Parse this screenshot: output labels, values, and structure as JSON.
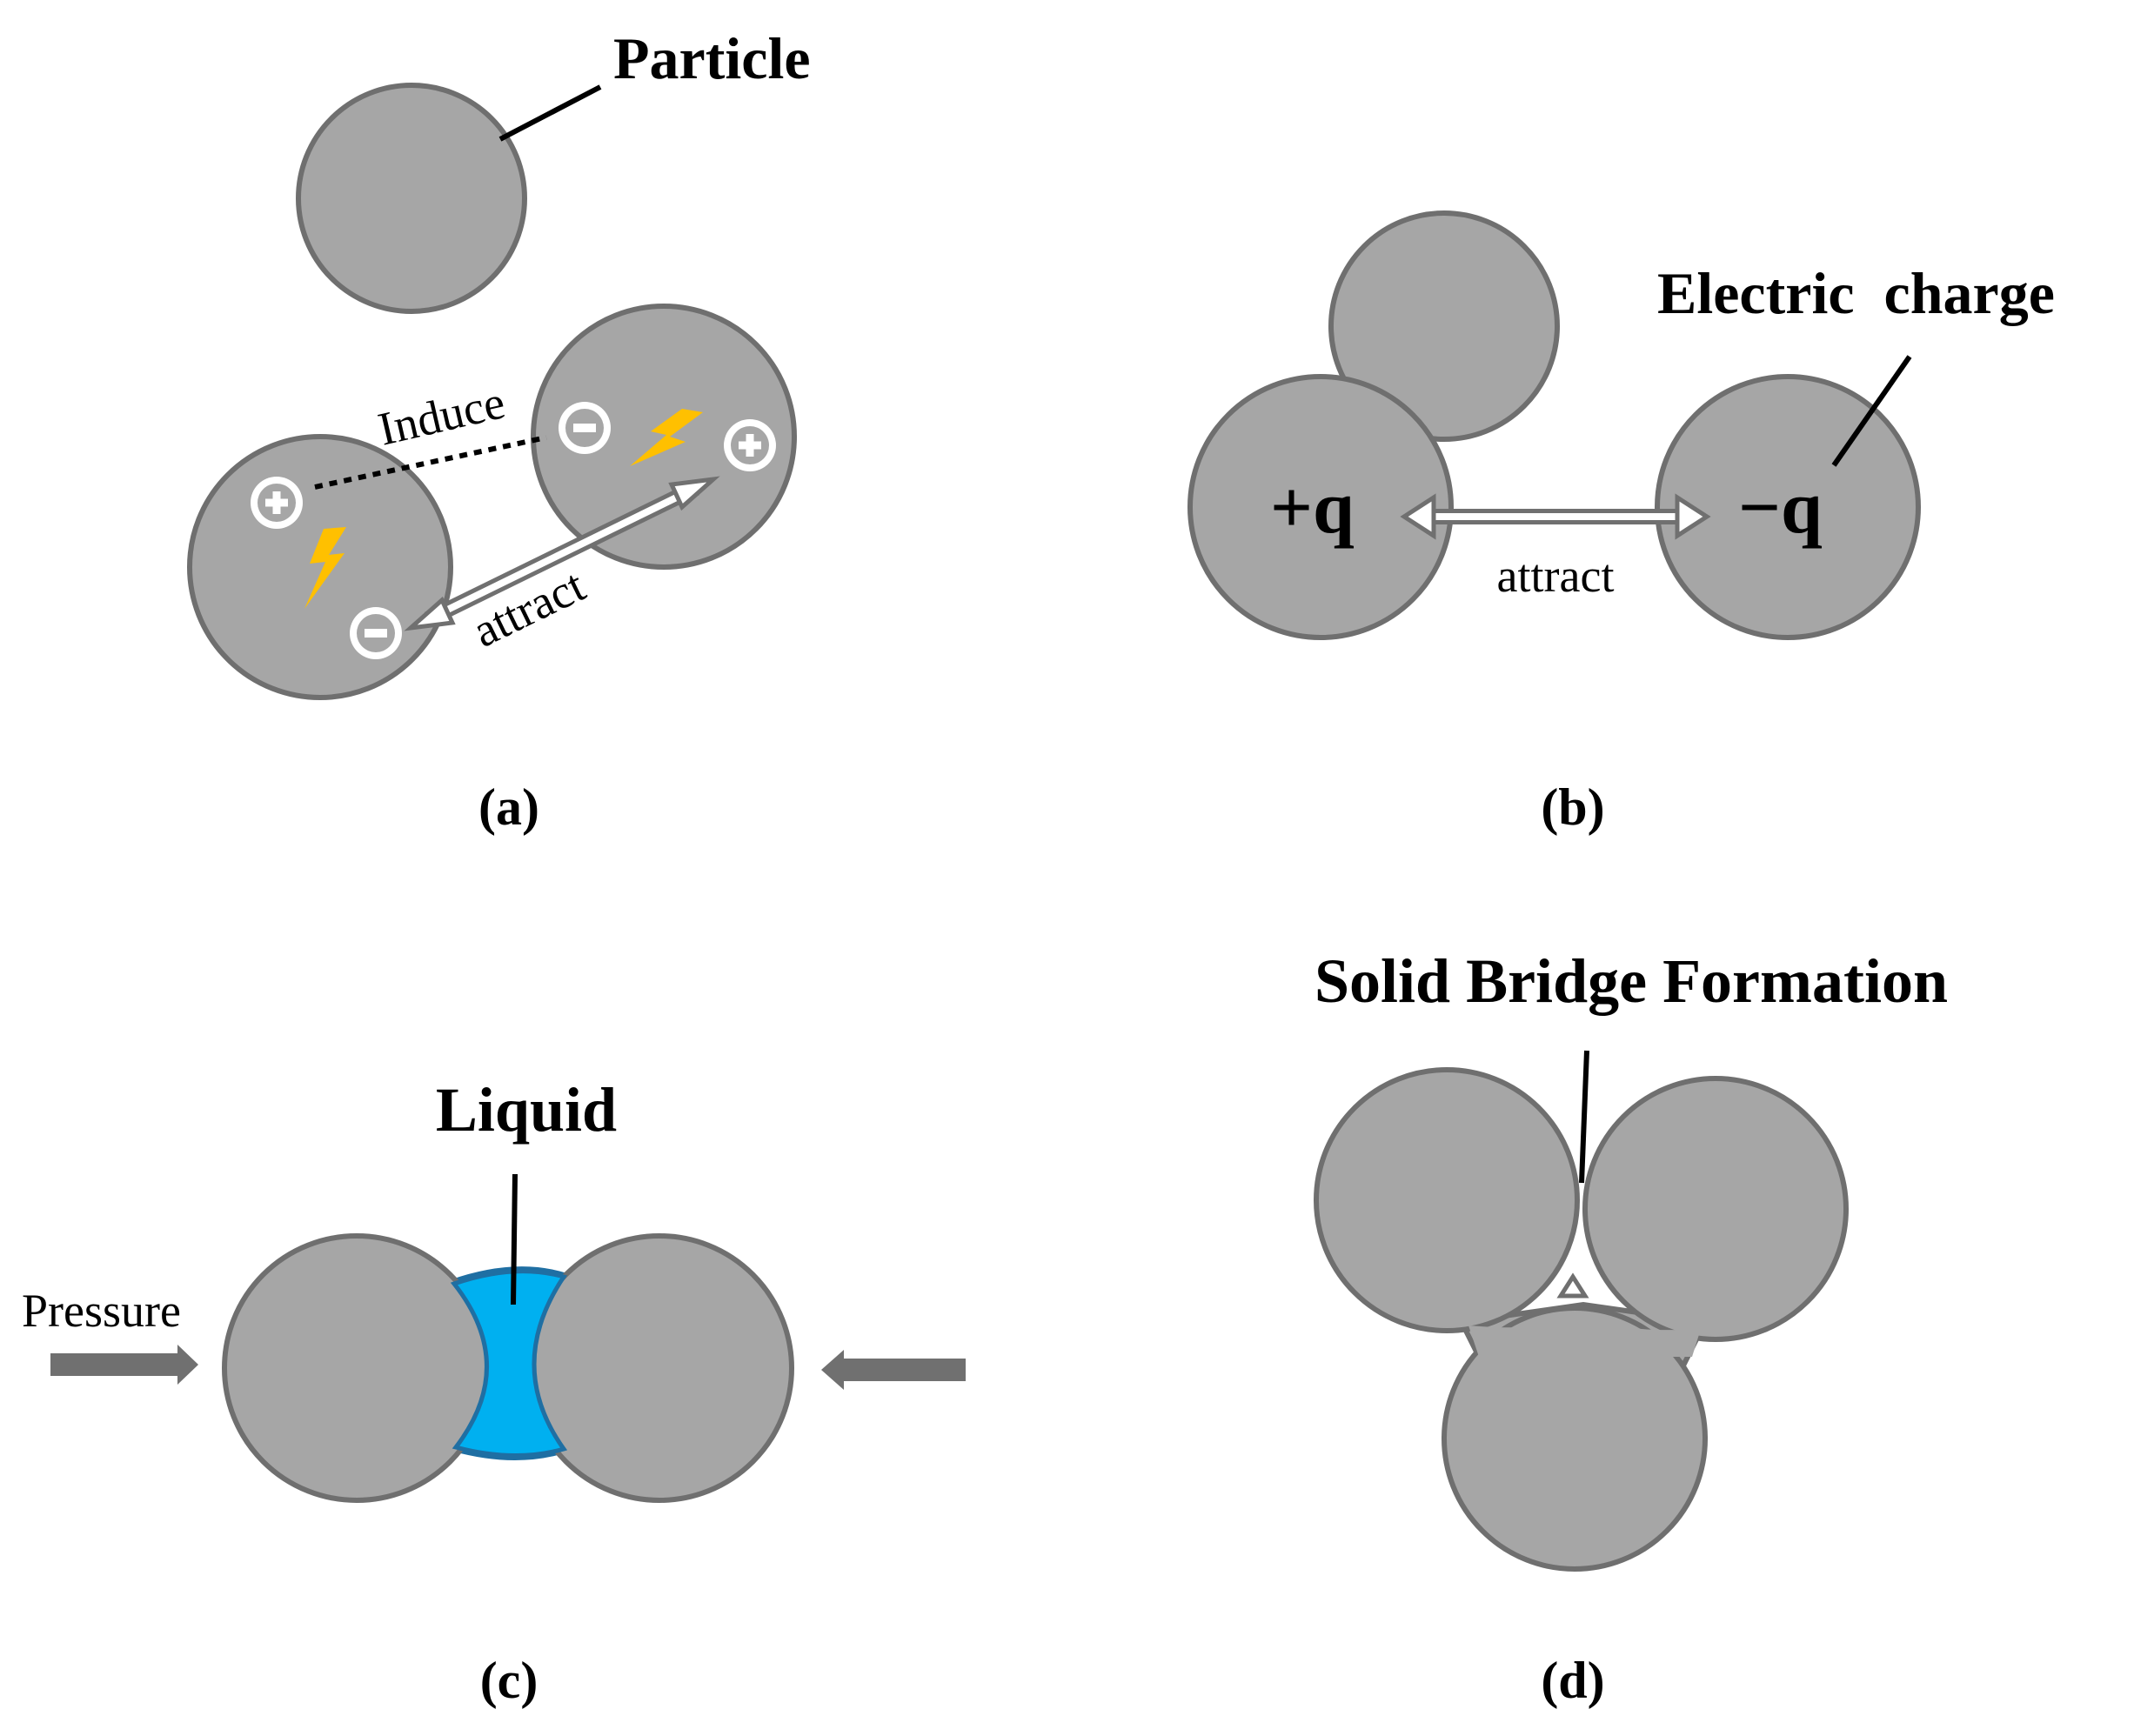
{
  "colors": {
    "particle_fill": "#a6a6a6",
    "particle_stroke": "#6f6f6f",
    "liquid_fill": "#00b0f0",
    "liquid_stroke": "#1f6fa3",
    "spark": "#ffc000",
    "arrow": "#707070",
    "leader": "#000000"
  },
  "panel_a": {
    "caption": "(a)",
    "particle_label": "Particle",
    "induce_label": "Induce",
    "attract_label": "attract",
    "icons": [
      "plus-icon",
      "minus-icon",
      "lightning-icon"
    ]
  },
  "panel_b": {
    "caption": "(b)",
    "charge_label": "Electric  charge",
    "positive_label": "+q",
    "negative_label": "−q",
    "attract_label": "attract"
  },
  "panel_c": {
    "caption": "(c)",
    "liquid_label": "Liquid",
    "pressure_label": "Pressure"
  },
  "panel_d": {
    "caption": "(d)",
    "bridge_label": "Solid Bridge Formation"
  }
}
